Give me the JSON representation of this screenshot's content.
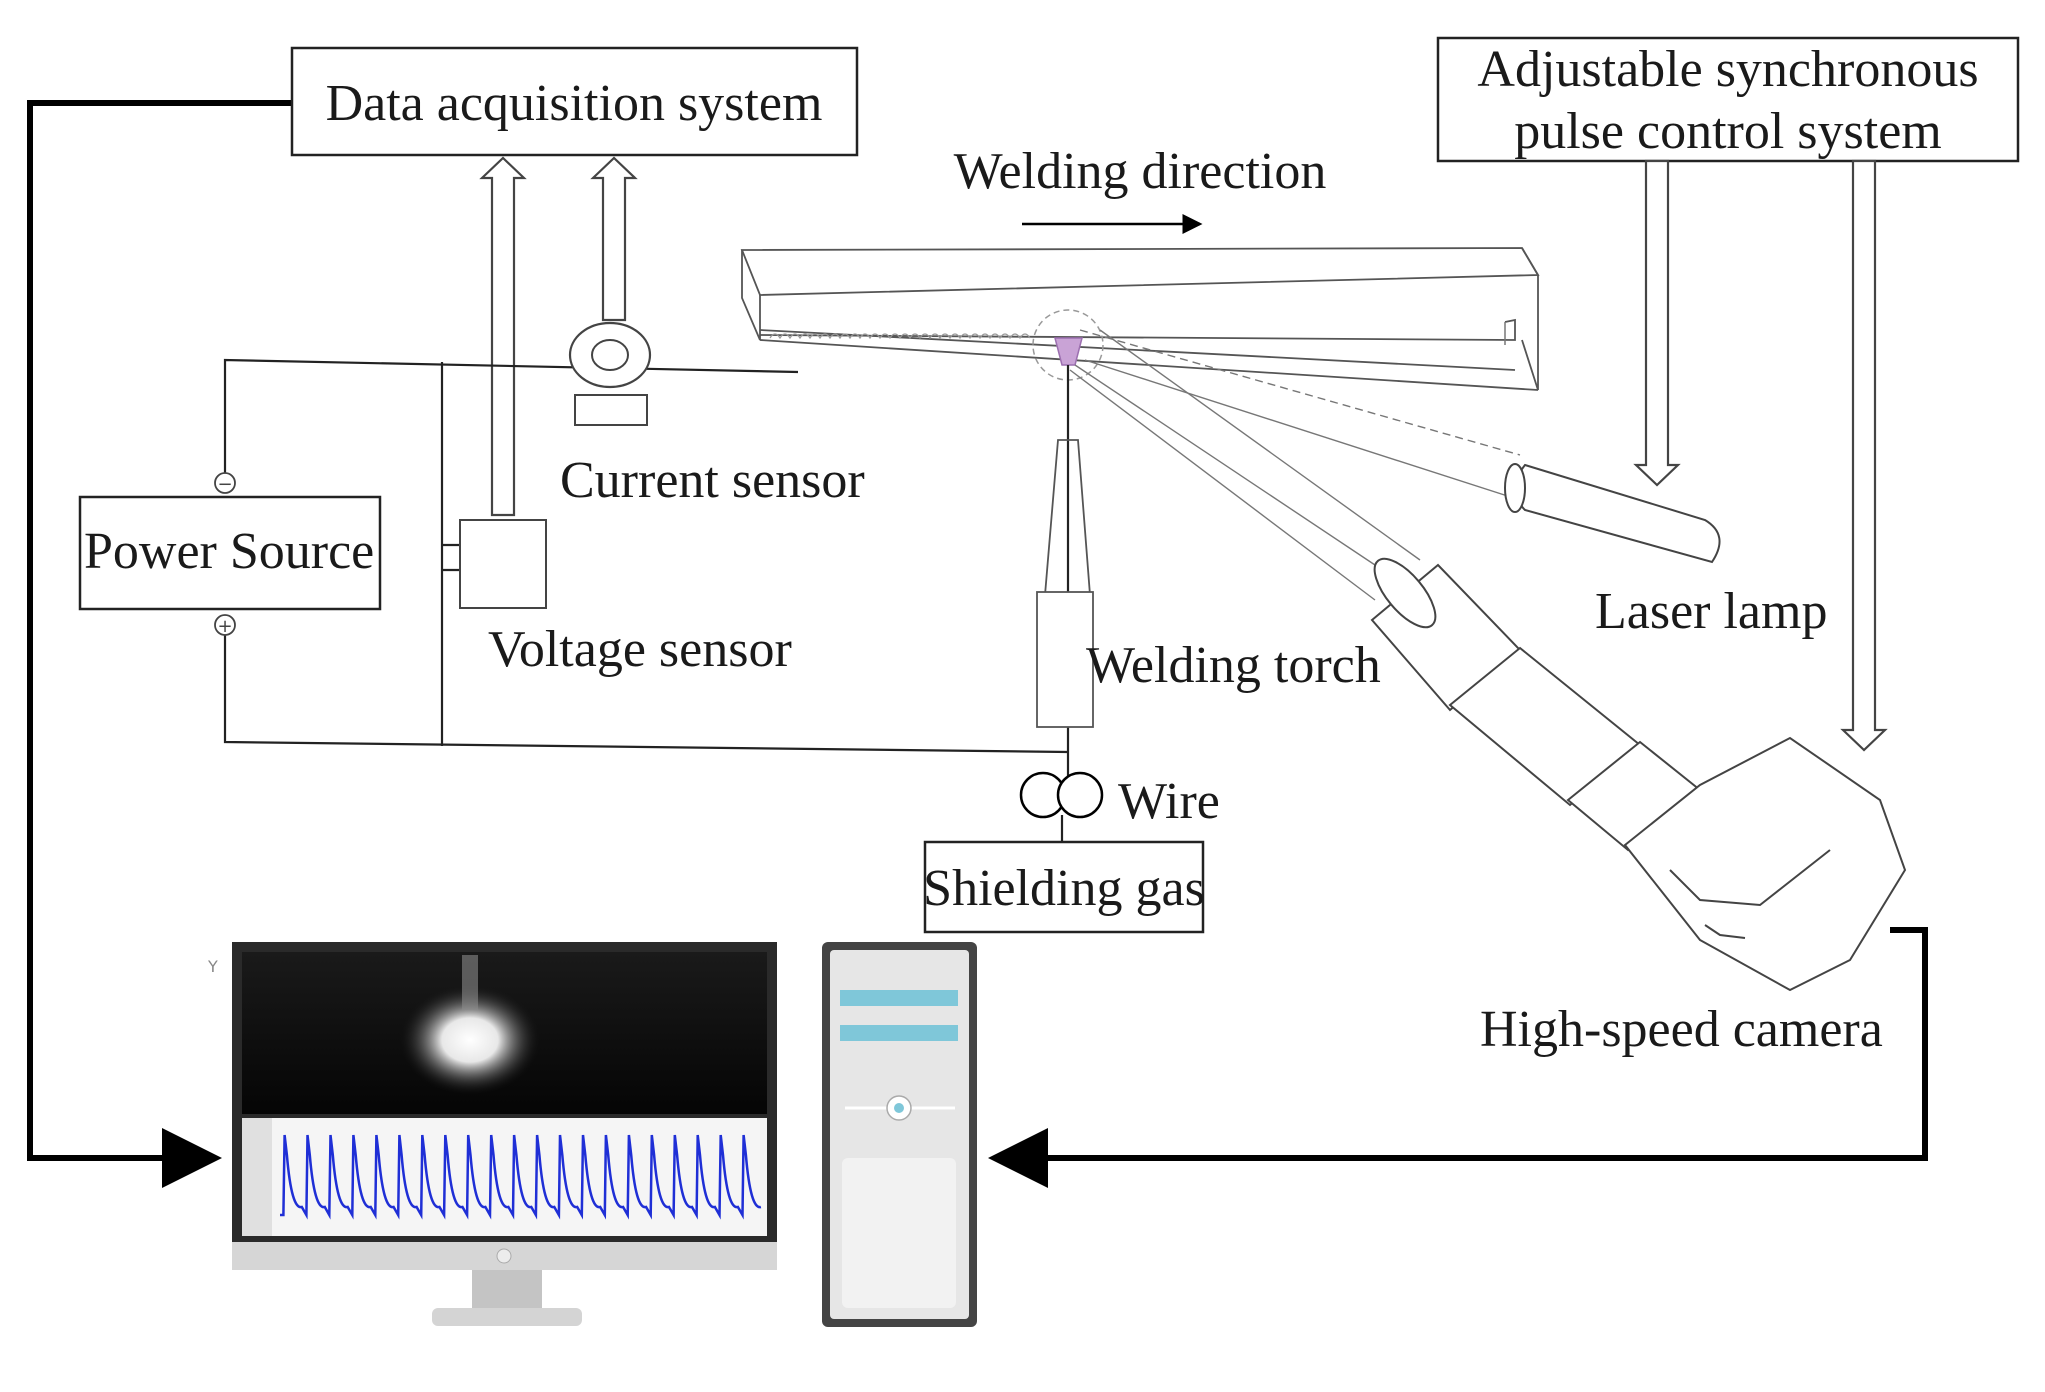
{
  "labels": {
    "data_acquisition": "Data acquisition system",
    "sync_line1": "Adjustable synchronous",
    "sync_line2": "pulse control system",
    "welding_direction": "Welding direction",
    "current_sensor": "Current sensor",
    "power_source": "Power Source",
    "voltage_sensor": "Voltage sensor",
    "laser_lamp": "Laser lamp",
    "welding_torch": "Welding torch",
    "wire": "Wire",
    "shielding_gas": "Shielding gas",
    "high_speed_camera": "High-speed camera"
  },
  "terminals": {
    "negative": "−",
    "positive": "+"
  },
  "colors": {
    "line": "#000000",
    "box_stroke": "#222222",
    "weld_pool": "#c9a3d6",
    "waveform": "#1f2fd6",
    "pc_accent": "#7fc7d9",
    "monitor_frame": "#2a2a2a",
    "monitor_stand": "#cfcfcf"
  },
  "icons": {
    "current_sensor": "toroid-clamp-icon",
    "voltage_sensor": "sensor-box-icon",
    "camera": "high-speed-camera-icon",
    "laser": "laser-lamp-icon",
    "monitor": "monitor-icon",
    "pc_tower": "pc-tower-icon",
    "wire_spool": "wire-feed-rollers-icon"
  }
}
